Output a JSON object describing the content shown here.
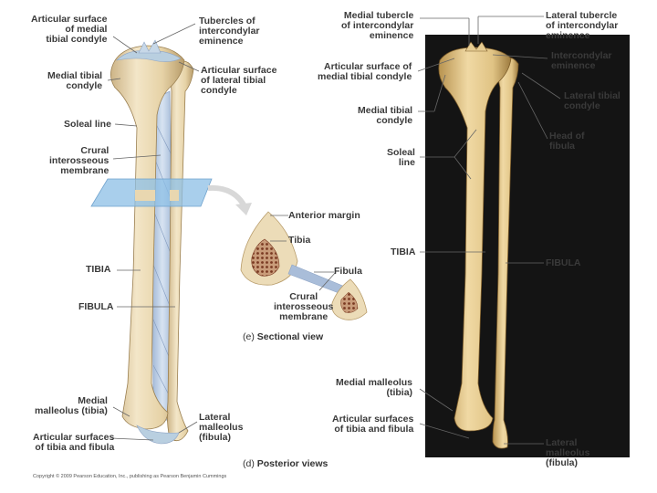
{
  "left_labels": {
    "artic_surface_medial_condyle": [
      "Articular surface",
      "of medial",
      "tibial condyle"
    ],
    "tubercles_eminence": [
      "Tubercles of",
      "intercondylar",
      "eminence"
    ],
    "medial_tibial_condyle": [
      "Medial tibial",
      "condyle"
    ],
    "artic_surface_lateral_condyle": [
      "Articular surface",
      "of lateral tibial",
      "condyle"
    ],
    "soleal_line": [
      "Soleal line"
    ],
    "crural_membrane": [
      "Crural",
      "interosseous",
      "membrane"
    ],
    "tibia": [
      "TIBIA"
    ],
    "fibula": [
      "FIBULA"
    ],
    "medial_malleolus": [
      "Medial",
      "malleolus (tibia)"
    ],
    "articular_surfaces": [
      "Articular surfaces",
      "of tibia and fibula"
    ],
    "lateral_malleolus": [
      "Lateral",
      "malleolus",
      "(fibula)"
    ]
  },
  "section_labels": {
    "anterior_margin": "Anterior margin",
    "tibia": "Tibia",
    "fibula": "Fibula",
    "crural_membrane": [
      "Crural",
      "interosseous",
      "membrane"
    ]
  },
  "right_labels": {
    "medial_tubercle": [
      "Medial tubercle",
      "of intercondylar",
      "eminence"
    ],
    "lateral_tubercle": [
      "Lateral tubercle",
      "of intercondylar",
      "eminence"
    ],
    "artic_surface_medial": [
      "Articular surface of",
      "medial tibial condyle"
    ],
    "intercondylar_eminence": [
      "Intercondylar",
      "eminence"
    ],
    "lateral_tibial_condyle": [
      "Lateral tibial",
      "condyle"
    ],
    "medial_tibial_condyle": [
      "Medial tibial",
      "condyle"
    ],
    "head_of_fibula": [
      "Head of",
      "fibula"
    ],
    "soleal_line": [
      "Soleal",
      "line"
    ],
    "tibia": [
      "TIBIA"
    ],
    "fibula": [
      "FIBULA"
    ],
    "medial_malleolus": [
      "Medial malleolus",
      "(tibia)"
    ],
    "articular_surfaces": [
      "Articular surfaces",
      "of tibia and fibula"
    ],
    "lateral_malleolus": [
      "Lateral",
      "malleolus",
      "(fibula)"
    ]
  },
  "captions": {
    "e_letter": "(e)",
    "e_text": "Sectional view",
    "d_letter": "(d)",
    "d_text": "Posterior views"
  },
  "copyright": "Copyright © 2009 Pearson Education, Inc., publishing as Pearson Benjamin Cummings",
  "colors": {
    "bone": "#ecdcb8",
    "bone_shadow": "#c9b284",
    "cartilage": "#b9cfe0",
    "membrane": "#a9bdd9",
    "section_plane": "#8cbfe6",
    "marrow": "#8a4a32",
    "photo_bg": "#141414",
    "leader": "#666666"
  }
}
